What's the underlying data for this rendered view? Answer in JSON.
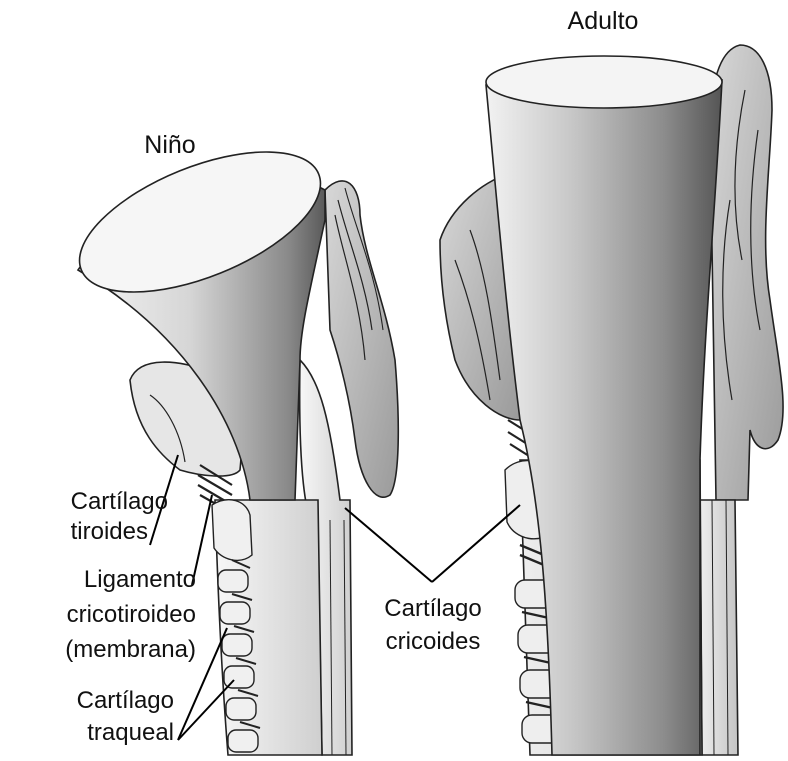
{
  "titles": {
    "child": "Niño",
    "adult": "Adulto"
  },
  "labels": {
    "thyroid_line1": "Cartílago",
    "thyroid_line2": "tiroides",
    "ligament_line1": "Ligamento",
    "ligament_line2": "cricotiroideo",
    "ligament_line3": "(membrana)",
    "cricoid_line1": "Cartílago",
    "cricoid_line2": "cricoides",
    "tracheal_line1": "Cartílago",
    "tracheal_line2": "traqueal"
  }
}
